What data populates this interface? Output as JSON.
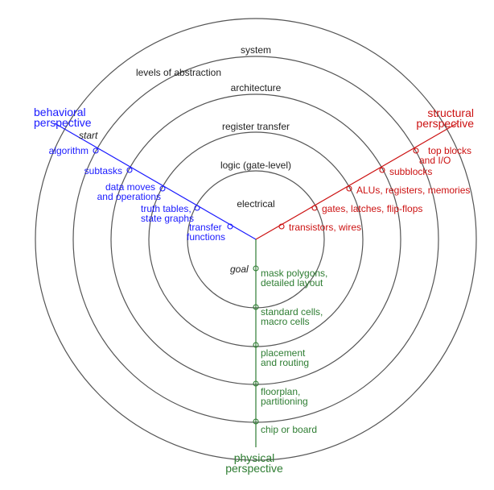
{
  "colors": {
    "black": "#222222",
    "circle": "#555555",
    "behavioral": "#1a1aff",
    "structural": "#cc1111",
    "physical": "#2e7d32"
  },
  "rings": [
    {
      "label": "electrical"
    },
    {
      "label": "logic (gate-level)"
    },
    {
      "label": "register transfer"
    },
    {
      "label": "architecture"
    },
    {
      "label": "system"
    }
  ],
  "levels_label": "levels of abstraction",
  "behavioral": {
    "title_line1": "behavioral",
    "title_line2": "perspective",
    "start": "start",
    "items": [
      {
        "line1": "transfer",
        "line2": "functions"
      },
      {
        "line1": "truth tables,",
        "line2": "state graphs"
      },
      {
        "line1": "data moves",
        "line2": "and operations"
      },
      {
        "line1": "subtasks",
        "line2": ""
      },
      {
        "line1": "algorithm",
        "line2": ""
      }
    ]
  },
  "structural": {
    "title_line1": "structural",
    "title_line2": "perspective",
    "items": [
      {
        "line1": "transistors, wires",
        "line2": ""
      },
      {
        "line1": "gates, latches, flip-flops",
        "line2": ""
      },
      {
        "line1": "ALUs, registers, memories",
        "line2": ""
      },
      {
        "line1": "subblocks",
        "line2": ""
      },
      {
        "line1": "top blocks",
        "line2": "and I/O"
      }
    ]
  },
  "physical": {
    "title_line1": "physical",
    "title_line2": "perspective",
    "goal": "goal",
    "items": [
      {
        "line1": "mask polygons,",
        "line2": "detailed layout"
      },
      {
        "line1": "standard cells,",
        "line2": "macro cells"
      },
      {
        "line1": "placement",
        "line2": "and routing"
      },
      {
        "line1": "floorplan,",
        "line2": "partitioning"
      },
      {
        "line1": "chip or board",
        "line2": ""
      }
    ]
  }
}
